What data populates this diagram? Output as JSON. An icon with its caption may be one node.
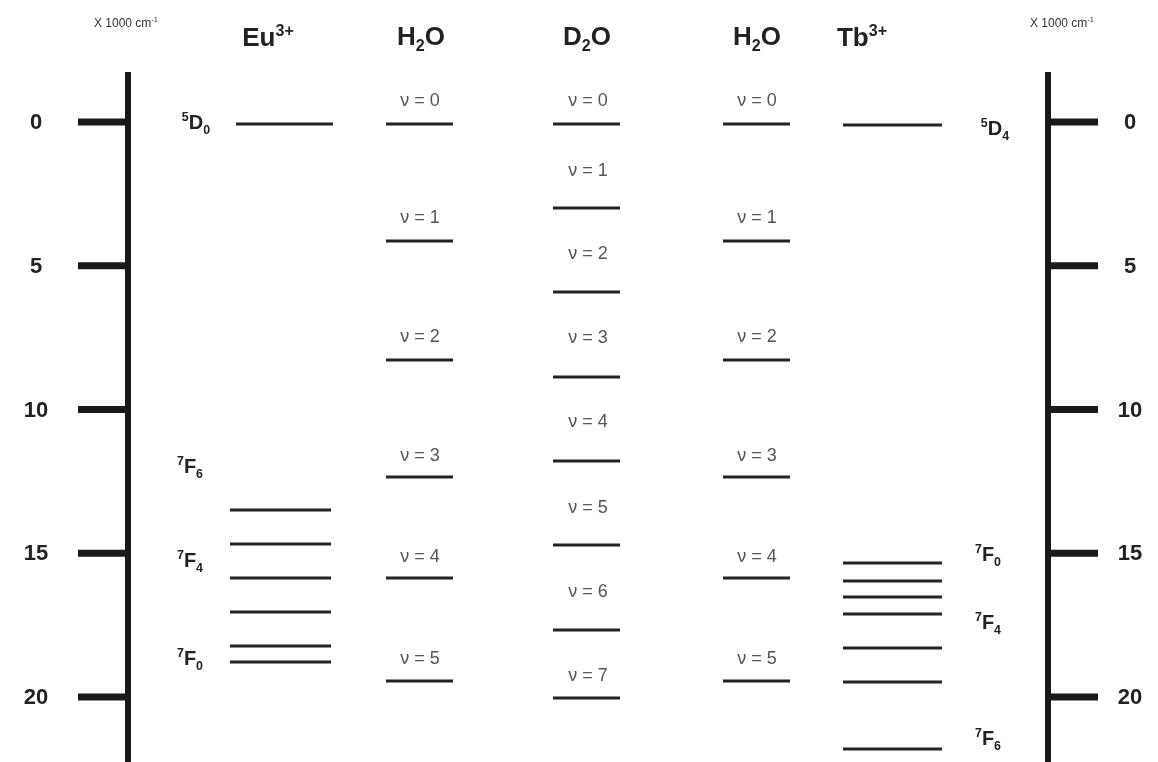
{
  "diagram": {
    "labels": [
      "X 1000 cm$^{-1}$",
      "Eu$^{3+}$",
      "H$_{2}$O",
      "D$_{2}$O",
      "H$_{2}$O",
      "Tb$^{3+}$",
      "X 1000 cm$^{-1}$",
      "0",
      "5",
      "10",
      "15",
      "20",
      "$^{5}$D$_{0}$",
      "$^{7}$F$_{6}$",
      "$^{7}$F$_{4}$",
      "$^{7}$F$_{0}$",
      "ν = 0",
      "ν = 1",
      "ν = 2",
      "ν = 3",
      "ν = 4",
      "ν = 5",
      "ν = 0",
      "ν = 1",
      "ν = 2",
      "ν = 3",
      "ν = 4",
      "ν = 5",
      "ν = 6",
      "ν = 7",
      "ν = 0",
      "ν = 1",
      "ν = 2",
      "ν = 3",
      "ν = 4",
      "ν = 5",
      "$^{5}$D$_{4}$",
      "$^{7}$F$_{0}$",
      "$^{7}$F$_{4}$",
      "$^{7}$F$_{6}$",
      "0",
      "5",
      "10",
      "15",
      "20"
    ]
  }
}
